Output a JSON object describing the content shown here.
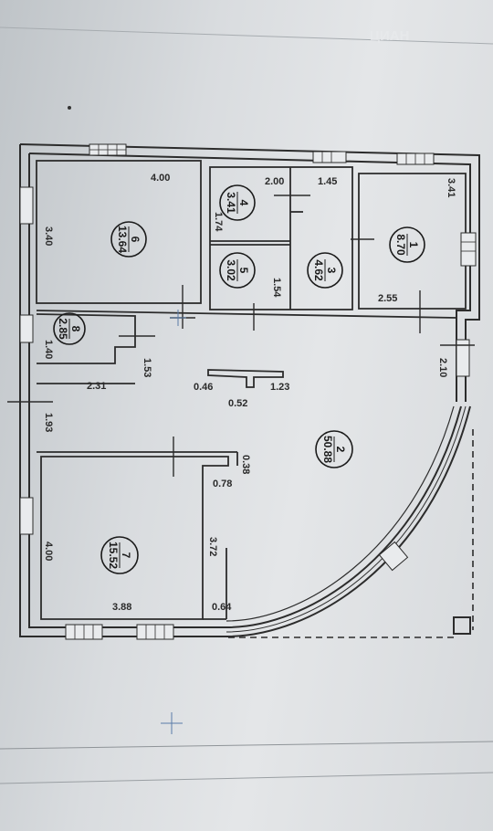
{
  "watermark": {
    "text": "ЦИАН"
  },
  "rooms": [
    {
      "id": "room-1",
      "number": "1",
      "area": "8.70"
    },
    {
      "id": "room-2",
      "number": "2",
      "area": "50.88"
    },
    {
      "id": "room-3",
      "number": "3",
      "area": "4.62"
    },
    {
      "id": "room-4",
      "number": "4",
      "area": "3.41"
    },
    {
      "id": "room-5",
      "number": "5",
      "area": "3.02"
    },
    {
      "id": "room-6",
      "number": "6",
      "area": "13.64"
    },
    {
      "id": "room-7",
      "number": "7",
      "area": "15.52"
    },
    {
      "id": "room-8",
      "number": "8",
      "area": "2.85"
    }
  ],
  "dimensions": {
    "d_400_top": "4.00",
    "d_340": "3.40",
    "d_200": "2.00",
    "d_145": "1.45",
    "d_174": "1.74",
    "d_154": "1.54",
    "d_341": "3.41",
    "d_255": "2.55",
    "d_210": "2.10",
    "d_140": "1.40",
    "d_153": "1.53",
    "d_231": "2.31",
    "d_046": "0.46",
    "d_052": "0.52",
    "d_123": "1.23",
    "d_193": "1.93",
    "d_038": "0.38",
    "d_078": "0.78",
    "d_400_bottom": "4.00",
    "d_372": "3.72",
    "d_388": "3.88",
    "d_064": "0.64"
  }
}
